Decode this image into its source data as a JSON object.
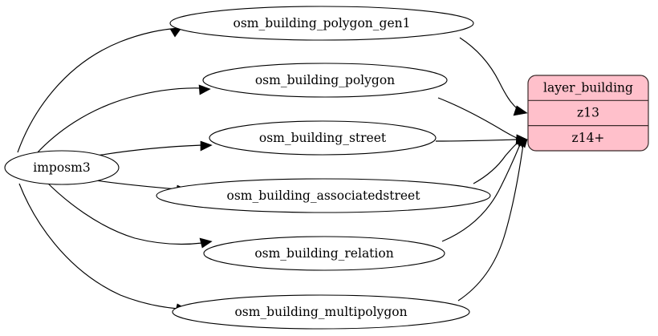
{
  "diagram": {
    "type": "directed-graph",
    "background": "#ffffff",
    "edge_color": "#000000",
    "node_fill": "#ffffff",
    "node_stroke": "#000000",
    "record_fill": "#ffc0cb",
    "record_stroke": "#3b2b2b"
  },
  "nodes": {
    "source": {
      "label": "imposm3",
      "shape": "ellipse"
    },
    "gen1": {
      "label": "osm_building_polygon_gen1",
      "shape": "ellipse"
    },
    "polygon": {
      "label": "osm_building_polygon",
      "shape": "ellipse"
    },
    "street": {
      "label": "osm_building_street",
      "shape": "ellipse"
    },
    "associatedstreet": {
      "label": "osm_building_associatedstreet",
      "shape": "ellipse"
    },
    "relation": {
      "label": "osm_building_relation",
      "shape": "ellipse"
    },
    "multipolygon": {
      "label": "osm_building_multipolygon",
      "shape": "ellipse"
    }
  },
  "record": {
    "shape": "record-rounded",
    "rows": [
      {
        "label": "layer_building"
      },
      {
        "label": "z13"
      },
      {
        "label": "z14+"
      }
    ]
  },
  "edges": [
    {
      "from": "imposm3",
      "to": "osm_building_polygon_gen1"
    },
    {
      "from": "imposm3",
      "to": "osm_building_polygon"
    },
    {
      "from": "imposm3",
      "to": "osm_building_street"
    },
    {
      "from": "imposm3",
      "to": "osm_building_associatedstreet"
    },
    {
      "from": "imposm3",
      "to": "osm_building_relation"
    },
    {
      "from": "imposm3",
      "to": "osm_building_multipolygon"
    },
    {
      "from": "osm_building_polygon_gen1",
      "to": "z13"
    },
    {
      "from": "osm_building_polygon",
      "to": "z14+"
    },
    {
      "from": "osm_building_street",
      "to": "z14+"
    },
    {
      "from": "osm_building_associatedstreet",
      "to": "z14+"
    },
    {
      "from": "osm_building_relation",
      "to": "z14+"
    },
    {
      "from": "osm_building_multipolygon",
      "to": "z14+"
    }
  ]
}
